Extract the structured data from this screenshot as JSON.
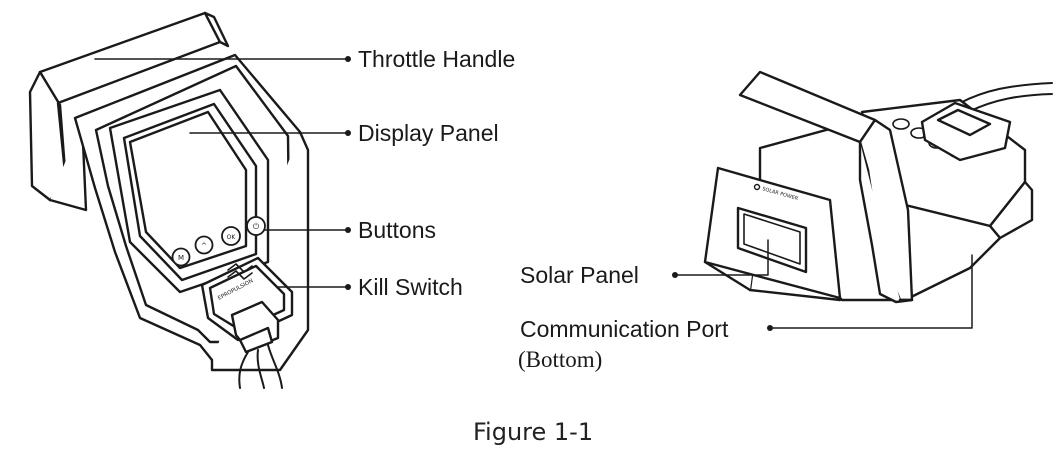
{
  "labels": {
    "throttle_handle": "Throttle Handle",
    "display_panel": "Display Panel",
    "buttons": "Buttons",
    "kill_switch": "Kill Switch",
    "solar_panel": "Solar Panel",
    "communication_port": "Communication Port",
    "communication_port_note": "(Bottom)"
  },
  "device": {
    "button_letters": [
      "M",
      "^",
      "OK",
      "⏻"
    ],
    "kill_switch_brand": "EPROPULSION",
    "solar_panel_text": "SOLAR POWER"
  },
  "caption": "Figure 1-1"
}
